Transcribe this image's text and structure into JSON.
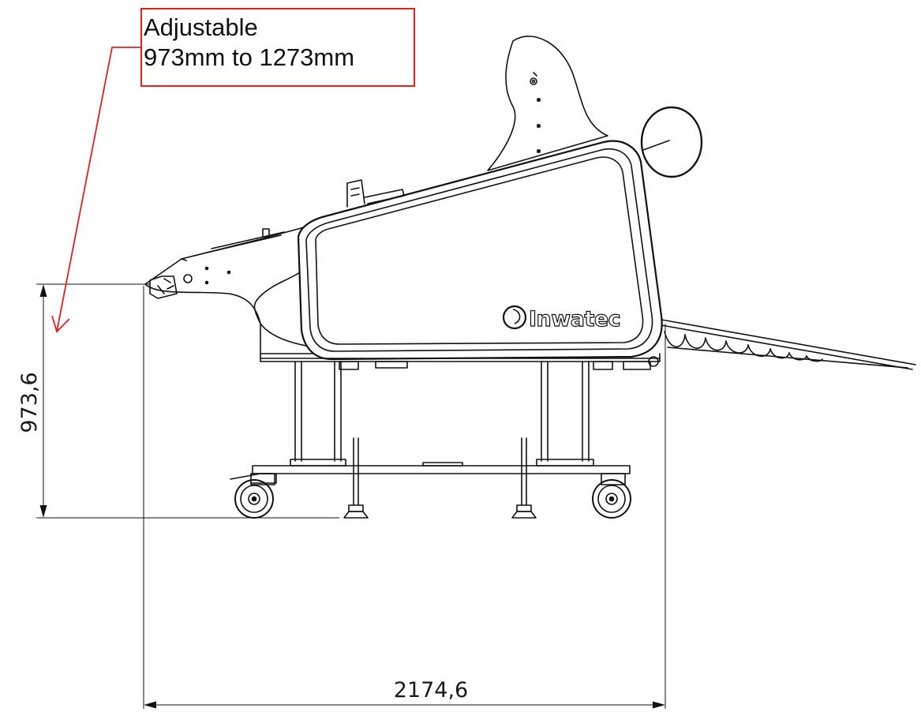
{
  "callout": {
    "line1": "Adjustable",
    "line2": "973mm to 1273mm",
    "color": "#e0201e"
  },
  "dimensions": {
    "height": "973,6",
    "length": "2174,6"
  },
  "brand": {
    "name": "Inwatec",
    "logo_icon": "circle-swirl-icon"
  },
  "colors": {
    "line": "#111111",
    "annotation": "#e0201e"
  }
}
